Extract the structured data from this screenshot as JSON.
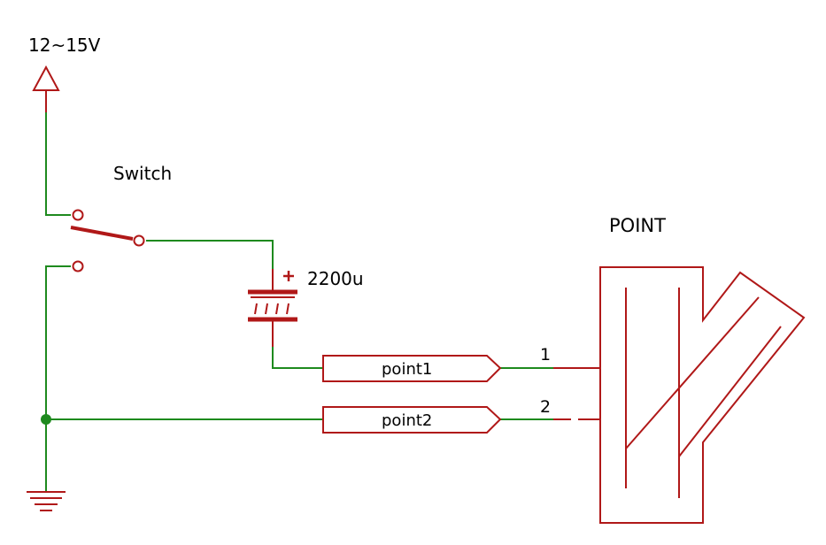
{
  "colors": {
    "wire": "#1e8a1e",
    "symbol": "#b01818",
    "text": "#000000",
    "background": "#ffffff"
  },
  "labels": {
    "supply": "12~15V",
    "switch": "Switch",
    "capacitor_value": "2200u",
    "capacitor_polarity": "+",
    "component": "POINT",
    "port1": "point1",
    "port2": "point2",
    "pin1": "1",
    "pin2": "2"
  },
  "icons": {
    "supply": "power-arrow-icon",
    "ground": "ground-icon",
    "switch": "spdt-switch-icon",
    "capacitor": "polarized-capacitor-icon",
    "component": "turnout-point-icon"
  }
}
